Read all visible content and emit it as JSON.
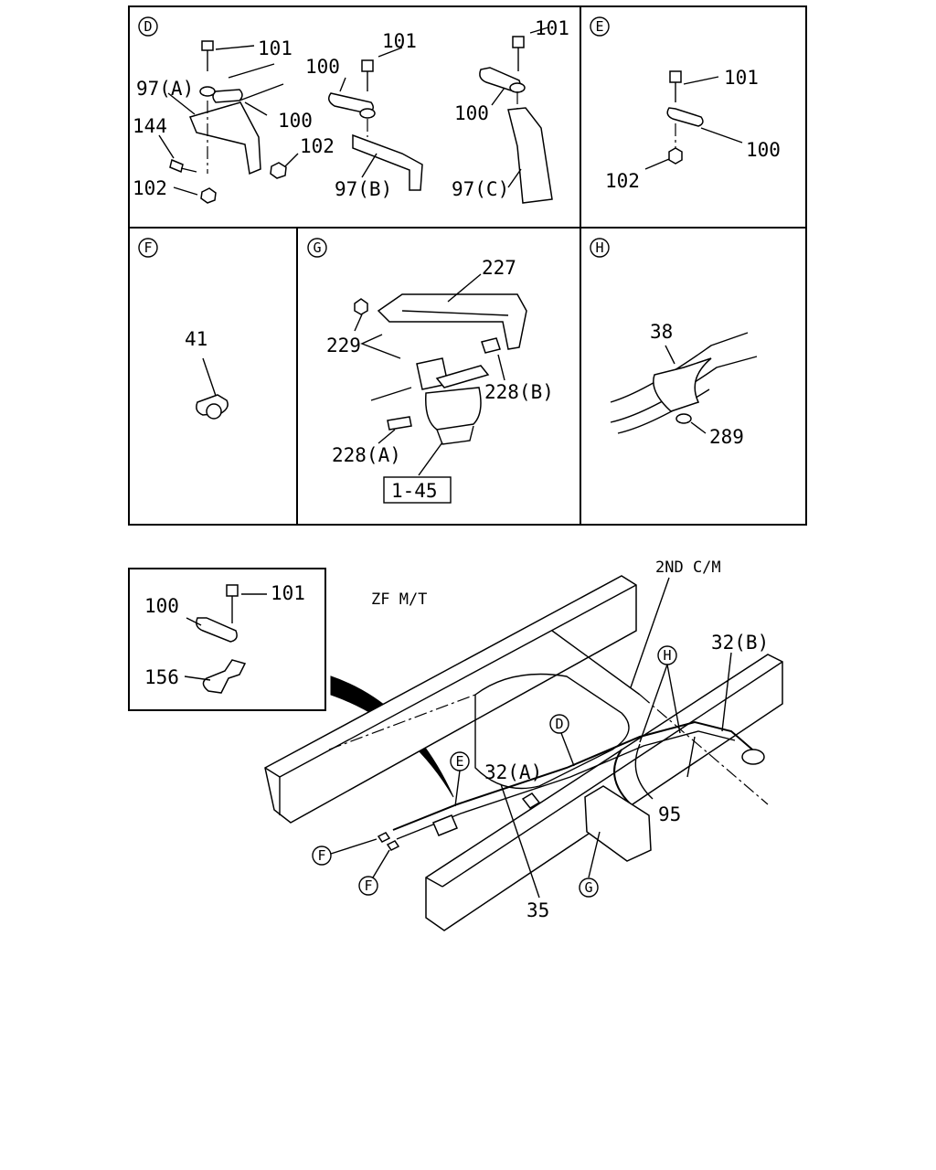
{
  "panels": {
    "D": {
      "marker": "D",
      "labels": [
        "101",
        "97(A)",
        "100",
        "144",
        "102",
        "102",
        "101",
        "100",
        "97(B)",
        "101",
        "100",
        "97(C)"
      ]
    },
    "E": {
      "marker": "E",
      "labels": [
        "101",
        "100",
        "102"
      ]
    },
    "F": {
      "marker": "F",
      "labels": [
        "41"
      ]
    },
    "G": {
      "marker": "G",
      "labels": [
        "227",
        "229",
        "228(B)",
        "228(A)"
      ],
      "boxed_ref": "1-45"
    },
    "H": {
      "marker": "H",
      "labels": [
        "38",
        "289"
      ]
    }
  },
  "inset": {
    "labels": [
      "100",
      "101",
      "156"
    ]
  },
  "main": {
    "variant_note": "ZF M/T",
    "labels": {
      "second_cm": "2ND C/M",
      "pipe_b": "32(B)",
      "pipe_a": "32(A)",
      "part_95": "95",
      "part_35": "35"
    },
    "markers": {
      "d": "D",
      "e": "E",
      "f1": "F",
      "f2": "F",
      "g": "G",
      "h": "H"
    }
  }
}
